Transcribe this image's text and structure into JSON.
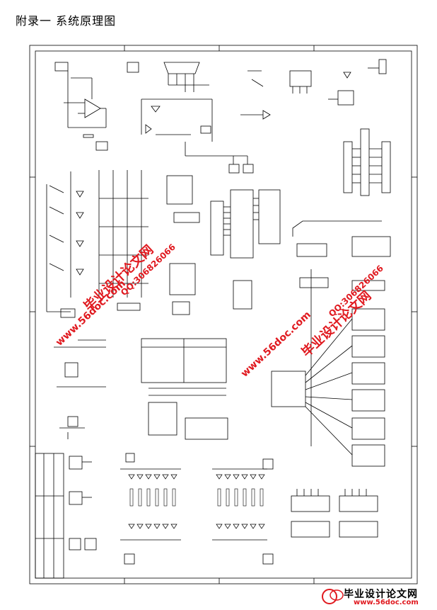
{
  "page": {
    "heading": "附录一   系统原理图"
  },
  "watermarks": {
    "site_name": "毕业设计论文网",
    "qq": "QQ:306826066",
    "url": "www.56doc.com"
  },
  "footer": {
    "title": "毕业设计论文网",
    "url": "www.56doc.com"
  },
  "colors": {
    "line": "#000000",
    "watermark": "#e0191f",
    "background": "#ffffff"
  }
}
